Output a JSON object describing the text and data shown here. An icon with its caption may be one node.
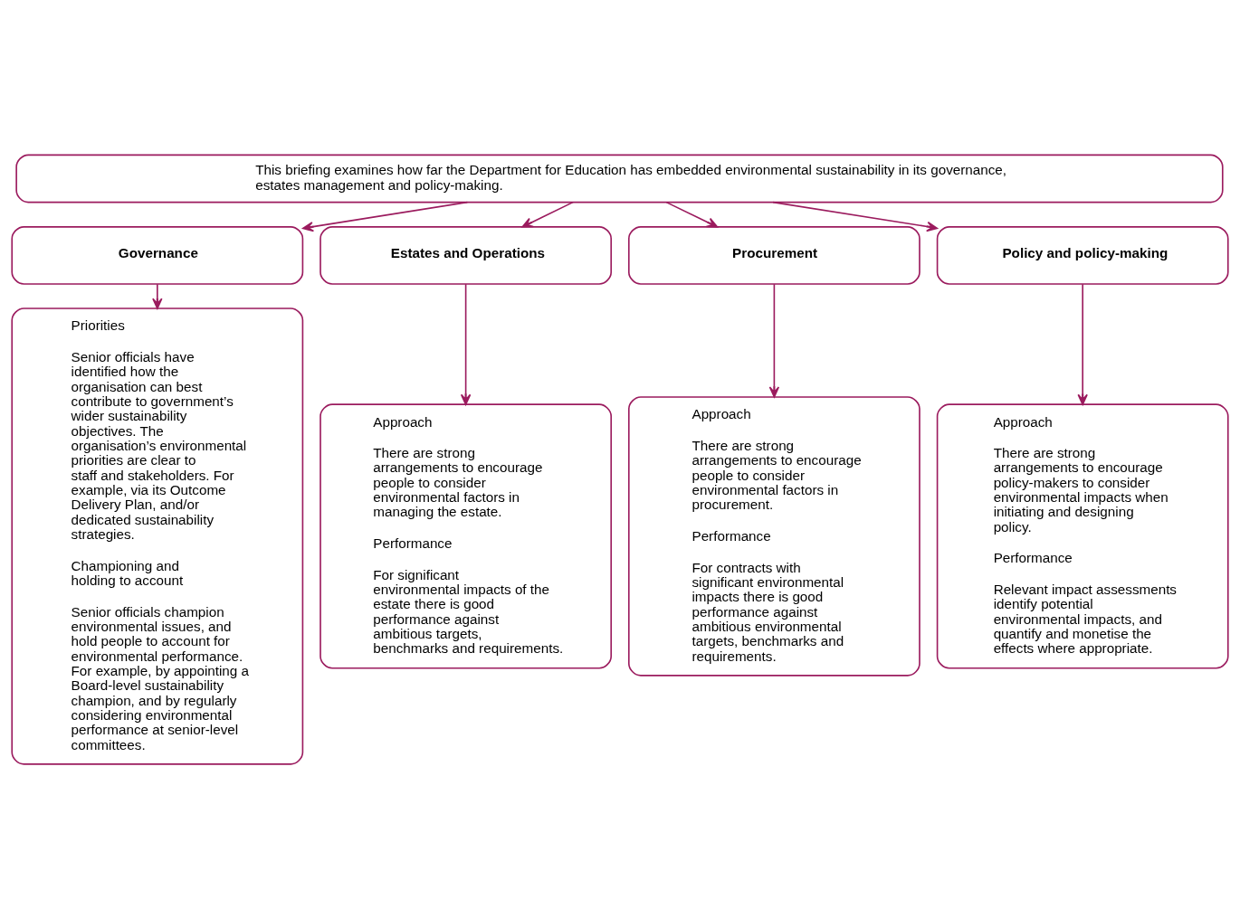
{
  "diagram": {
    "nodes": [
      {
        "text": [
          "This briefing examines how far the Department for Education has embedded environmental sustainability in its governance, estates management and policy-making."
        ]
      },
      {
        "text": [
          "Governance"
        ]
      },
      {
        "text": [
          "Estates and Operations"
        ]
      },
      {
        "text": [
          "Procurement"
        ]
      },
      {
        "text": [
          "Policy and policy-making"
        ]
      },
      {
        "text": [
          "Priorities",
          "Senior officials have identified how the organisation can best contribute to government’s wider sustainability objectives. The organisation’s environmental priorities are clear to staff and stakeholders. For example, via its Outcome Delivery Plan, and/or dedicated sustainability strategies.",
          "Championing and holding to account",
          "Senior officials champion environmental issues, and hold people to account for environmental performance. For example, by appointing a Board-level sustainability champion, and by regularly considering environmental performance at senior-level committees."
        ]
      },
      {
        "text": [
          "Approach",
          "There are strong arrangements to encourage people to consider environmental factors in managing the estate.",
          "Performance",
          "For significant environmental impacts of the estate there is good performance against ambitious targets, benchmarks and requirements."
        ]
      },
      {
        "text": [
          "Approach",
          "There are strong arrangements to encourage people to consider environmental factors in procurement.",
          "Performance",
          "For contracts with significant environmental impacts there is good performance against ambitious environmental targets, benchmarks and requirements."
        ]
      },
      {
        "text": [
          "Approach",
          "There are strong arrangements to encourage policy-makers to consider environmental impacts when initiating and designing policy.",
          "Performance",
          "Relevant impact assessments identify potential environmental impacts, and quantify and monetise the effects where appropriate."
        ]
      }
    ],
    "edges": [
      {
        "from": 0,
        "to": 1,
        "arrow": "to"
      },
      {
        "from": 0,
        "to": 2,
        "arrow": "to"
      },
      {
        "from": 0,
        "to": 3,
        "arrow": "to"
      },
      {
        "from": 0,
        "to": 4,
        "arrow": "to"
      },
      {
        "from": 1,
        "to": 5,
        "arrow": "to"
      },
      {
        "from": 2,
        "to": 6,
        "arrow": "to"
      },
      {
        "from": 3,
        "to": 7,
        "arrow": "to"
      },
      {
        "from": 4,
        "to": 8,
        "arrow": "to"
      }
    ]
  }
}
